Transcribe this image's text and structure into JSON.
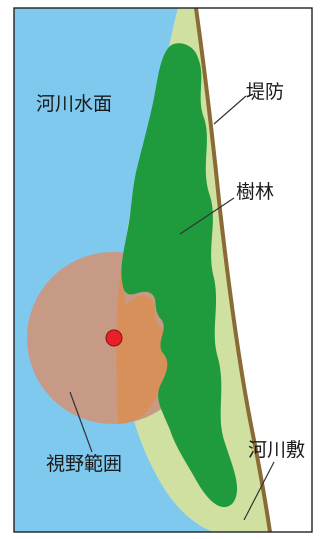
{
  "labels": {
    "river_surface": "河川水面",
    "levee": "堤防",
    "forest": "樹林",
    "floodplain": "河川敷",
    "field_of_view": "視野範囲"
  },
  "colors": {
    "water": "#7fc8ee",
    "floodplain": "#cfe0a0",
    "forest": "#1f9a3c",
    "levee": "#8a6a35",
    "view_circle": "#c79a86",
    "view_overlap": "#d8905a",
    "viewpoint": "#e8202a",
    "frame": "#222222"
  }
}
